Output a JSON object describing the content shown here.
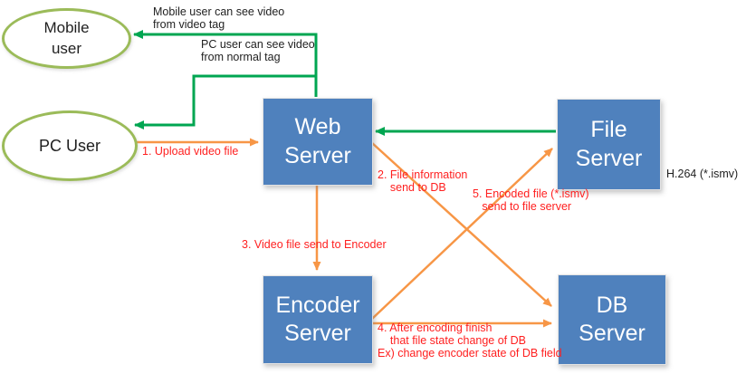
{
  "diagram": {
    "title_hint": "video upload and encoding flow diagram",
    "nodes": {
      "mobile_user": {
        "label": "Mobile\nuser"
      },
      "pc_user": {
        "label": "PC User"
      },
      "web_server": {
        "label": "Web\nServer"
      },
      "file_server": {
        "label": "File\nServer"
      },
      "encoder_server": {
        "label": "Encoder\nServer"
      },
      "db_server": {
        "label": "DB\nServer"
      }
    },
    "annotations": {
      "mobile_note": "Mobile user can see video\nfrom video tag",
      "pc_note": "PC user can see video\nfrom normal tag",
      "step1": "1. Upload video file",
      "step2": "2. File information\n    send to DB",
      "step3": "3. Video file send to Encoder",
      "step4": "4. After encoding finish\n    that file state change of DB\nEx) change encoder state of DB field",
      "step5": "5. Encoded file (*.ismv)\n   send to file server",
      "codec_note": "H.264 (*.ismv)"
    },
    "colors": {
      "node_fill": "#4f81bd",
      "ellipse_stroke": "#9bbb59",
      "green_arrow": "#00a651",
      "orange_arrow": "#f79646",
      "red_text": "#ff1f1f",
      "black_text": "#1f1f1f"
    }
  }
}
